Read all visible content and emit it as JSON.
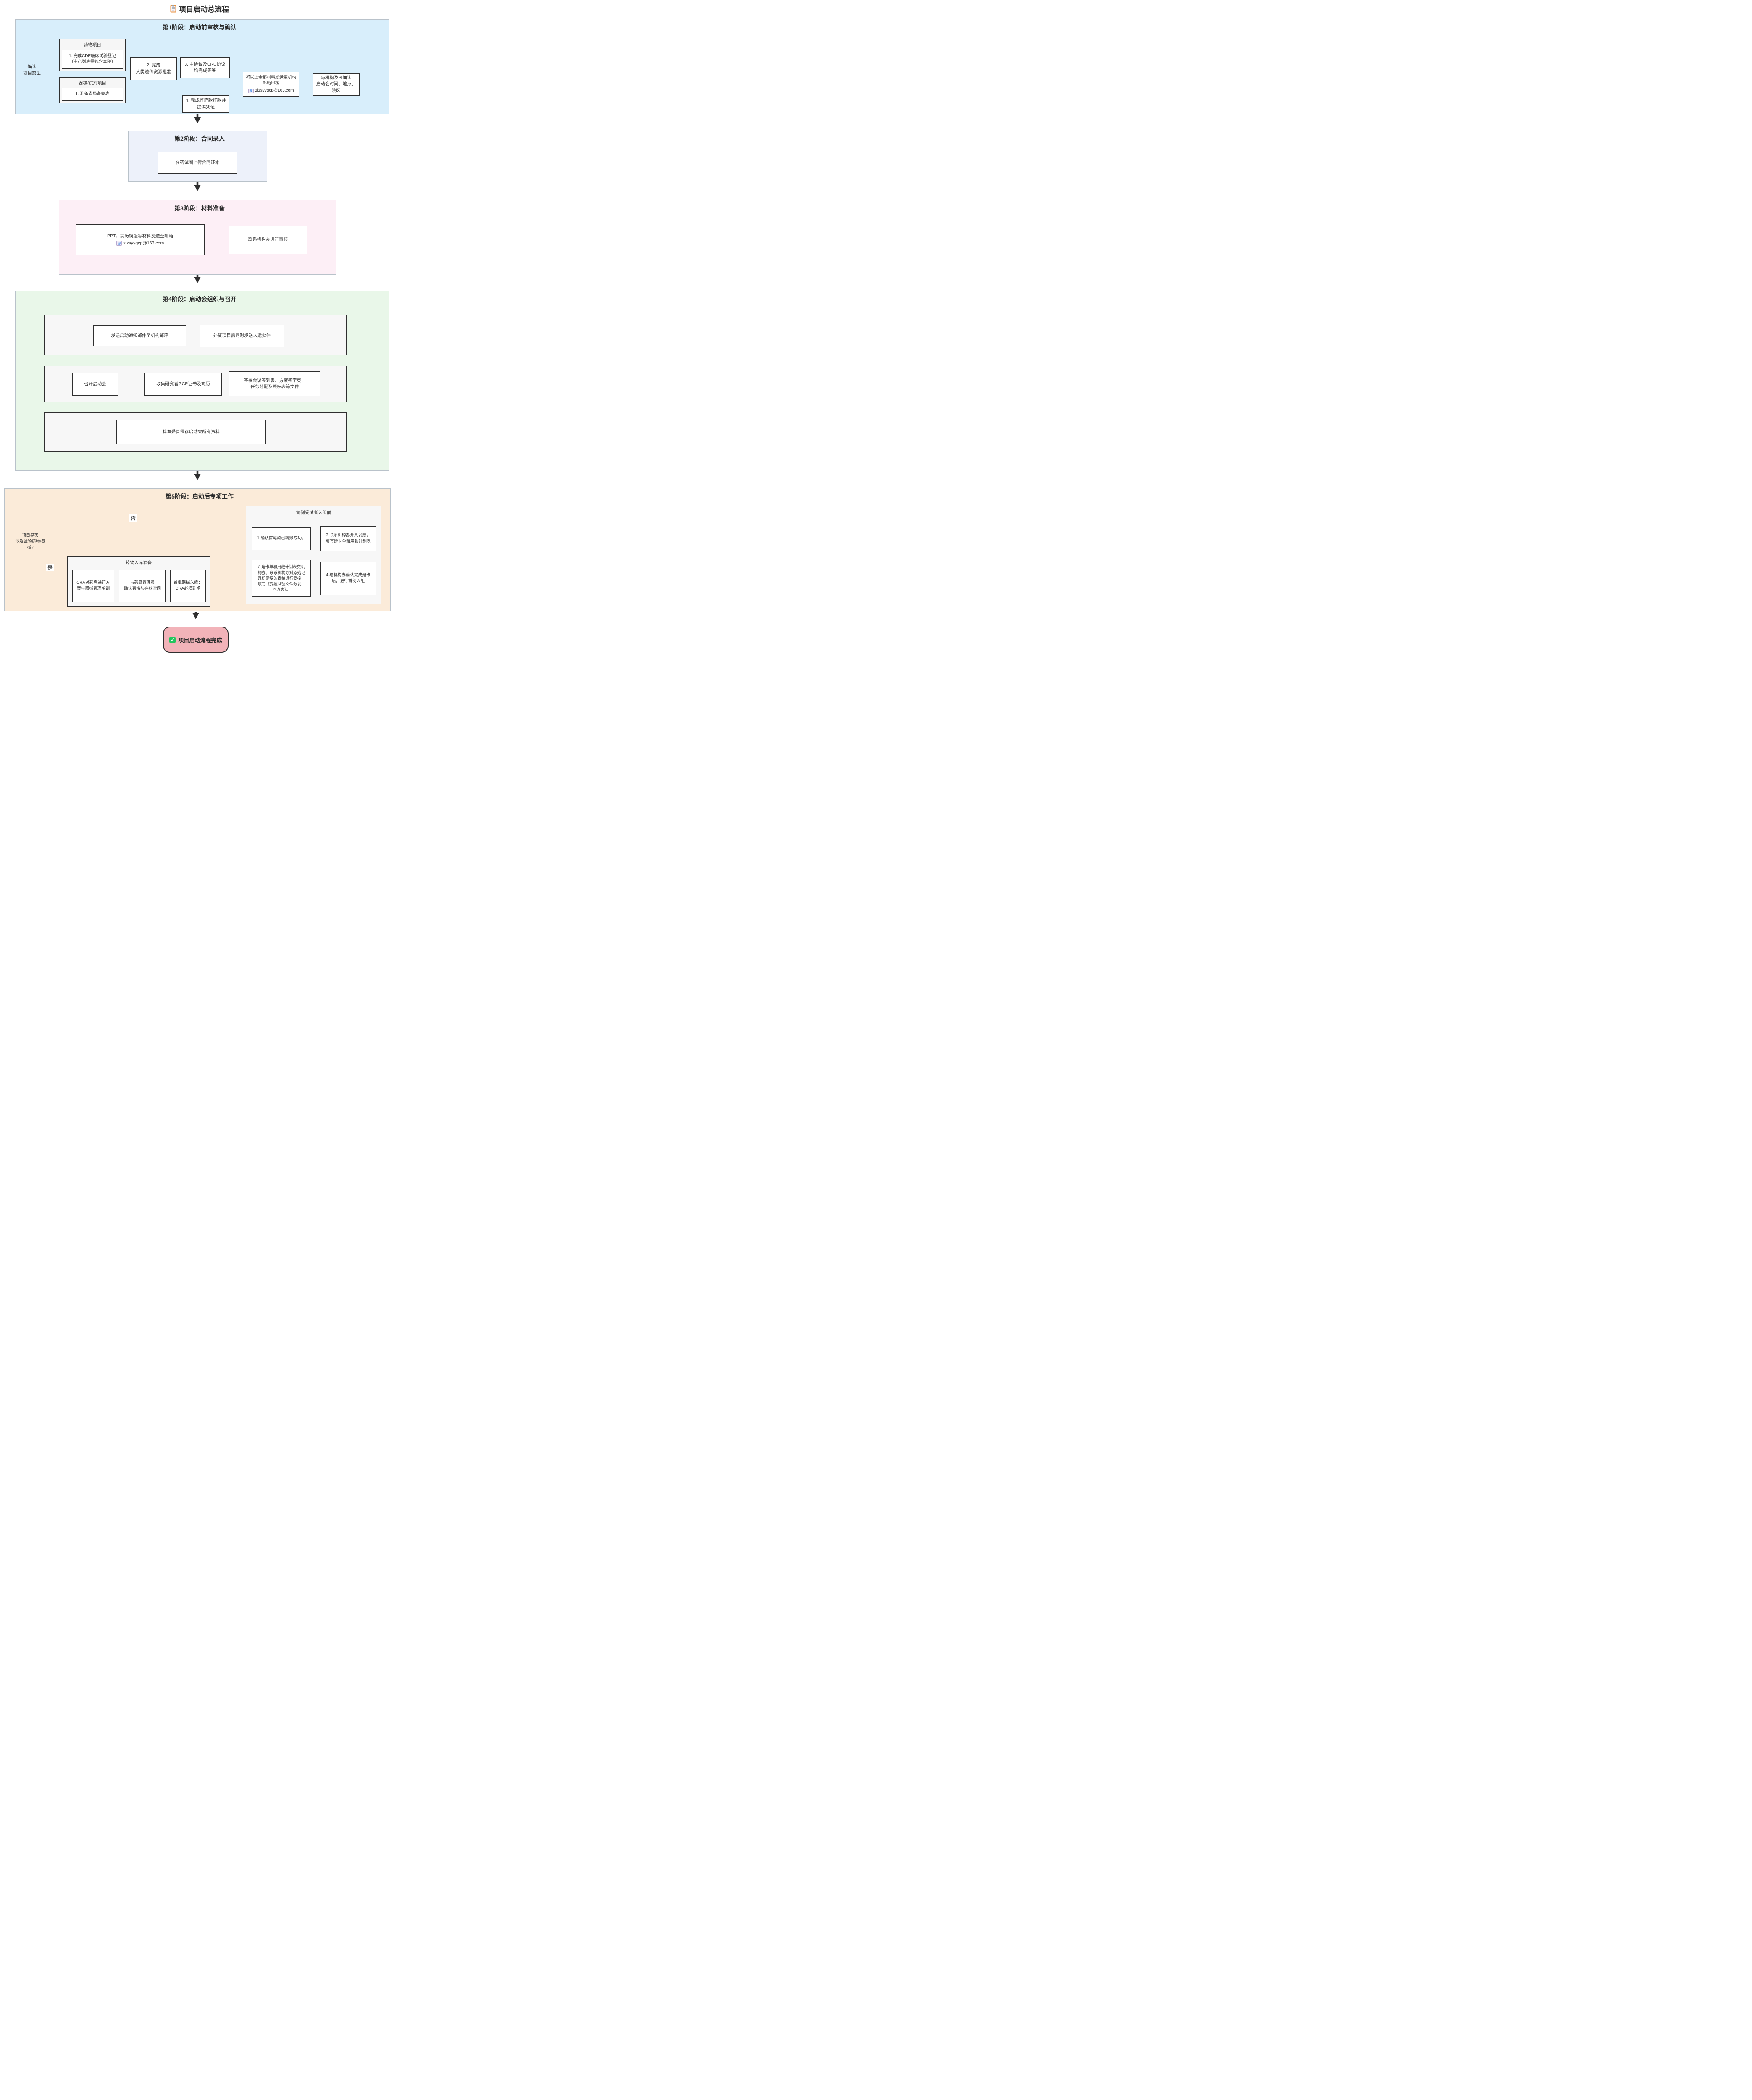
{
  "title": {
    "icon": "clipboard-icon",
    "text": "项目启动总流程"
  },
  "colors": {
    "stage1_bg": "#d8eefb",
    "stage2_bg": "#edf1fa",
    "stage3_bg": "#fdeff6",
    "stage4_bg": "#e9f7e9",
    "stage5_bg": "#fbebd9",
    "end_bg": "#f2b3b9",
    "check_green": "#22c55e",
    "node_border": "#2f2f2f"
  },
  "stages": {
    "s1": {
      "header": "第1阶段：启动前审核与确认",
      "decision": "确认\n项目类型",
      "drug": {
        "title": "药物项目",
        "step": "1. 完成CDE临床试验登记\n（中心列表需包含本院）"
      },
      "device": {
        "title": "器械/试剂项目",
        "step": "1. 准备省局备案表"
      },
      "step2": "2. 完成\n人类遗传资源批准",
      "step3": "3. 主协议及CRC协议\n均完成签署",
      "step4": "4. 完成首笔款打款并\n提供凭证",
      "send": {
        "text": "将以上全部材料发送至机构\n邮箱审核",
        "icon": "email-icon",
        "email": "zjzsyygcp@163.com"
      },
      "confirm": "与机构及PI确认\n启动会时间、地点、\n院区"
    },
    "s2": {
      "header": "第2阶段：合同录入",
      "upload": "在药试圈上传合同证本"
    },
    "s3": {
      "header": "第3阶段：材料准备",
      "send": {
        "text": "PPT、病历模版等材料发送至邮箱",
        "icon": "email-icon",
        "email": "zjzsyygcp@163.com"
      },
      "review": "联系机构办进行审核"
    },
    "s4": {
      "header": "第4阶段：启动会组织与召开",
      "row1": [
        "发送启动通知邮件至机构邮箱",
        "外资项目需同时发送人遗批件"
      ],
      "row2": [
        "召开启动会",
        "收集研究者GCP证书及简历",
        "签署会议签到表、方案签字页、\n任务分配及授权表等文件"
      ],
      "row3": [
        "科室妥善保存启动会所有资料"
      ]
    },
    "s5": {
      "header": "第5阶段：启动后专项工作",
      "decision": "项目是否\n涉及试验药物/器\n械?",
      "no_label": "否",
      "yes_label": "是",
      "drug_prep": {
        "title": "药物入库准备",
        "steps": [
          "CRA对药房进行方\n案与器械管理培训",
          "与药品管理员\n确认表格与存放空间",
          "首批器械入库：\nCRA必须到场"
        ]
      },
      "pre_enroll": {
        "title": "首例受试者入组前",
        "steps": [
          "1.确认首笔款已转账成功。",
          "2.联系机构办开具发票，\n填写建卡单和用款计划表",
          "3.建卡单和用款计划表交机\n构办。联系机构办对原始记\n录所需要的表格进行受控，\n填写《受控试验文件分发、\n回收表》。",
          "4.与机构办确认完成建卡\n后，进行首例入组"
        ]
      }
    }
  },
  "end": {
    "icon": "check-icon",
    "text": "项目启动流程完成"
  }
}
